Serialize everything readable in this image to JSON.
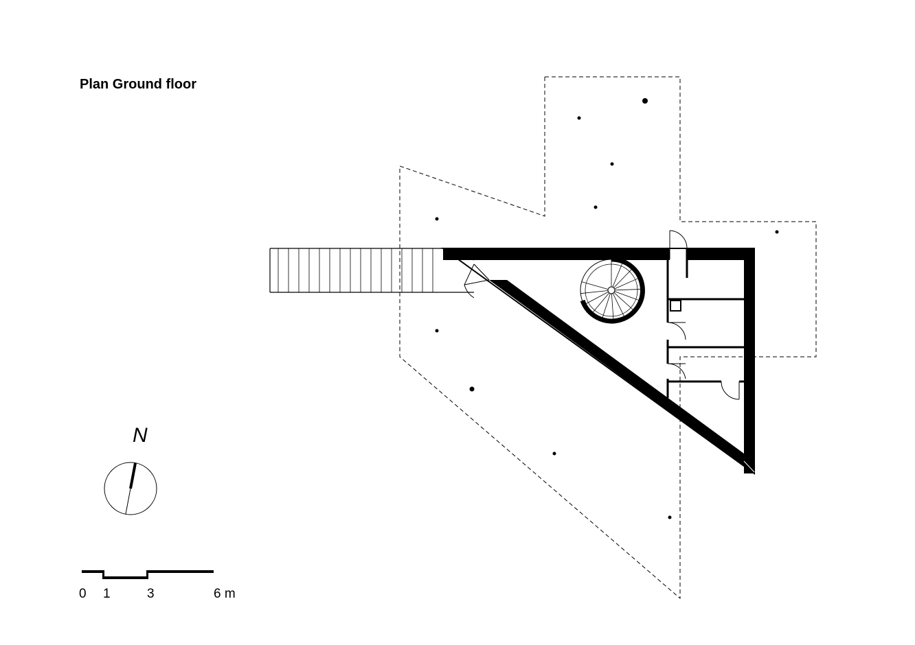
{
  "title": "Plan Ground floor",
  "north_label": "N",
  "scale_bar": {
    "ticks": [
      "0",
      "1",
      "3",
      "6 m"
    ]
  },
  "colors": {
    "line": "#000000",
    "background": "#ffffff"
  }
}
